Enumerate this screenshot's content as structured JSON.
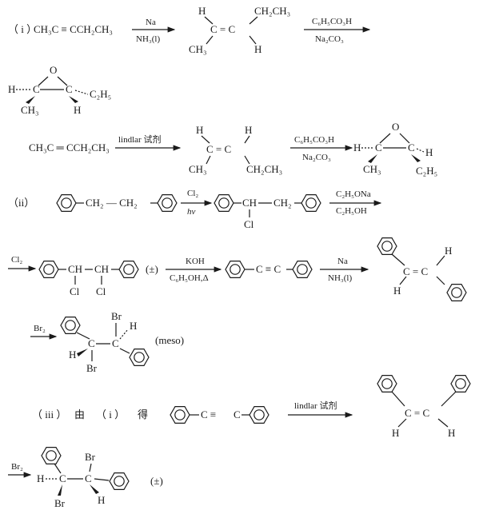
{
  "part_labels": {
    "i": "（ i ）",
    "ii": "（ii）",
    "iii": "（ iii ）"
  },
  "scheme1": {
    "reactant": "CH₃C ≡ CCH₂CH₃",
    "reagent1_top": "Na",
    "reagent1_bottom": "NH₃(l)",
    "alkene_H_top": "H",
    "alkene_ethyl": "CH₂CH₃",
    "alkene_core": "C = C",
    "alkene_methyl": "CH₃",
    "alkene_H_bottom": "H",
    "reagent2_top": "C₆H₅CO₃H",
    "reagent2_bottom": "Na₂CO₃",
    "epoxide_O": "O",
    "epoxide_H_left": "H",
    "epoxide_C1": "C",
    "epoxide_C2": "C",
    "epoxide_methyl": "CH₃",
    "epoxide_H_right": "H",
    "epoxide_ethyl": "C₂H₅"
  },
  "scheme2": {
    "reactant": "CH₃C ═ CCH₂CH₃",
    "reagent1": "lindlar 试剂",
    "alkene_H_left": "H",
    "alkene_H_right": "H",
    "alkene_core": "C = C",
    "alkene_methyl": "CH₃",
    "alkene_ethyl": "CH₂CH₃",
    "reagent2_top": "C₆H₅CO₃H",
    "reagent2_bottom": "Na₂CO₃",
    "epoxide_O": "O",
    "epoxide_H_left": "H",
    "epoxide_C1": "C",
    "epoxide_C2": "C",
    "epoxide_H_right": "H",
    "epoxide_methyl": "CH₃",
    "epoxide_ethyl": "C₂H₅"
  },
  "scheme3": {
    "reactant_link": "CH₂ — CH₂",
    "reagent1_top": "Cl₂",
    "reagent1_bottom": "hν",
    "product_ch": "CH",
    "product_ch2": "CH₂",
    "product_cl": "Cl",
    "reagent2_top": "C₂H₅ONa",
    "reagent2_bottom": "C₂H₅OH"
  },
  "scheme4": {
    "reagent_in": "Cl₂",
    "dichloride_ch1": "CH",
    "dichloride_ch2": "CH",
    "dichloride_cl1": "Cl",
    "dichloride_cl2": "Cl",
    "racemic_label": "(±)",
    "reagent1_top": "KOH",
    "reagent1_bottom": "C₆H₅OH,Δ",
    "alkyne_core": "C ≡ C",
    "reagent2_top": "Na",
    "reagent2_bottom": "NH₃(l)",
    "alkene_H1": "H",
    "alkene_H2": "H",
    "alkene_core": "C = C"
  },
  "scheme5": {
    "reagent": "Br₂",
    "br_top": "Br",
    "br_bottom": "Br",
    "h_right": "H",
    "h_left": "H",
    "c1": "C",
    "c2": "C",
    "meso_label": "(meso)"
  },
  "scheme6": {
    "text_from": "由",
    "text_ref": "（ i ）",
    "text_get": "得",
    "alkyne_left": "C ≡",
    "alkyne_right": "C",
    "reagent": "lindlar 试剂",
    "alkene_H1": "H",
    "alkene_H2": "H",
    "alkene_core": "C = C"
  },
  "scheme7": {
    "reagent": "Br₂",
    "h_left": "H",
    "c1": "C",
    "c2": "C",
    "br_top": "Br",
    "br_bottom": "Br",
    "h_bottom": "H",
    "racemic_label": "(±)"
  }
}
